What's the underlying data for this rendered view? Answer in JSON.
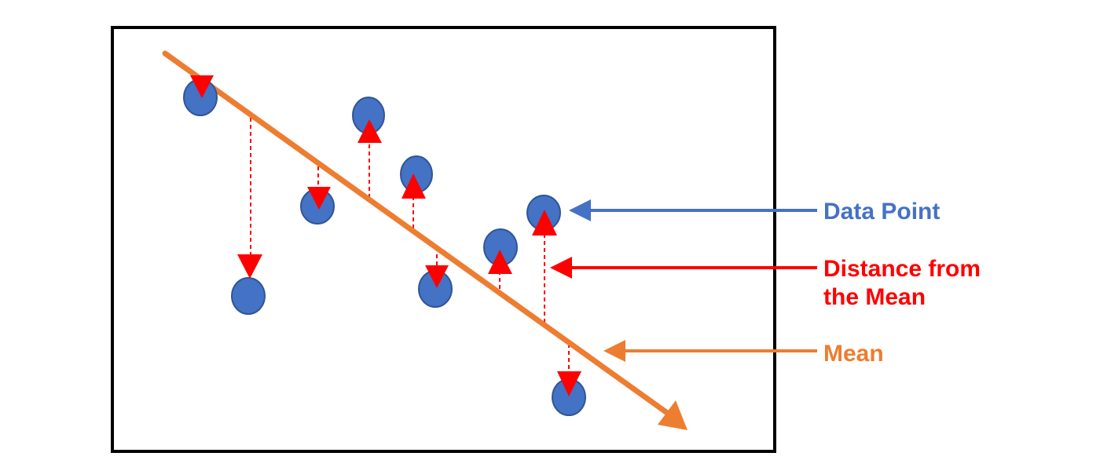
{
  "colors": {
    "frame": "#000000",
    "data_point": "#4472C4",
    "data_point_stroke": "#2F5597",
    "distance": "#FF0000",
    "mean": "#ED7D31",
    "background": "#FFFFFF"
  },
  "legend": {
    "data_point": "Data Point",
    "distance_line1": "Distance from",
    "distance_line2": "the Mean",
    "mean": "Mean"
  }
}
